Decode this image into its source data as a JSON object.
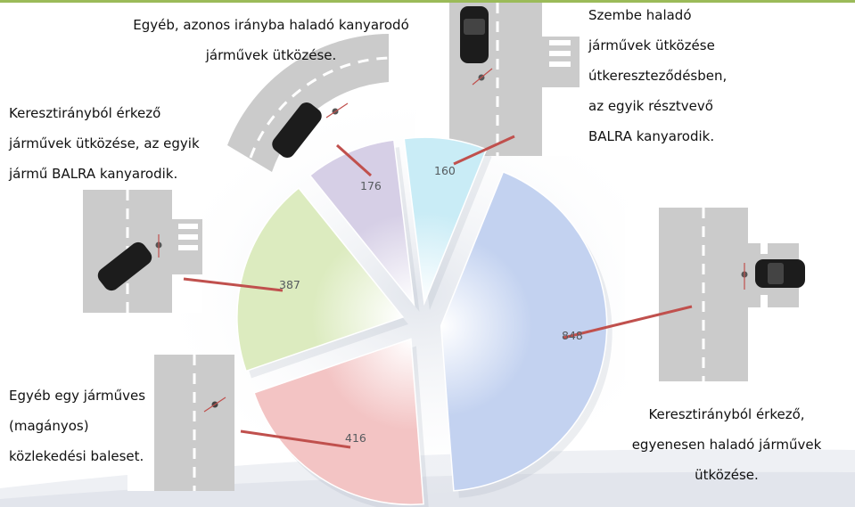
{
  "chart_data": {
    "type": "pie",
    "exploded": true,
    "title": "",
    "categories": [
      "Keresztirányból érkező, egyenesen haladó járművek ütközése.",
      "Egyéb egy járműves (magányos) közlekedési baleset.",
      "Keresztirányból érkező járművek ütközése, az egyik jármű BALRA kanyarodik.",
      "Egyéb, azonos irányba haladó kanyarodó járművek ütközése.",
      "Szembe haladó járművek ütközése útkereszteződésben, az egyik résztvevő BALRA kanyarodik."
    ],
    "values": [
      848,
      416,
      387,
      176,
      160
    ],
    "colors": [
      "#c3d2f0",
      "#f3c4c4",
      "#dcebbf",
      "#d6cfe6",
      "#c9ecf6"
    ],
    "leader_color": "#c0504d",
    "data_labels": [
      "848",
      "416",
      "387",
      "176",
      "160"
    ]
  },
  "annotations": {
    "right": [
      "Keresztirányból érkező,",
      "egyenesen haladó járművek",
      "ütközése."
    ],
    "left_bottom": [
      "Egyéb egy járműves",
      "(magányos)",
      "közlekedési baleset."
    ],
    "left_mid": [
      "Keresztirányból érkező",
      "járművek ütközése, az egyik",
      "jármű BALRA kanyarodik."
    ],
    "top_left": [
      "Egyéb, azonos irányba haladó kanyarodó",
      "járművek ütközése."
    ],
    "top_right": [
      "Szembe haladó",
      "járművek ütközése",
      "útkereszteződésben,",
      "az egyik résztvevő",
      "BALRA kanyarodik."
    ]
  },
  "illustrations": [
    "intersection-diagram-straight-crossing",
    "road-diagram-single-vehicle",
    "intersection-diagram-left-turn-crossing",
    "curved-road-diagram-same-direction",
    "intersection-diagram-oncoming-left-turn"
  ]
}
